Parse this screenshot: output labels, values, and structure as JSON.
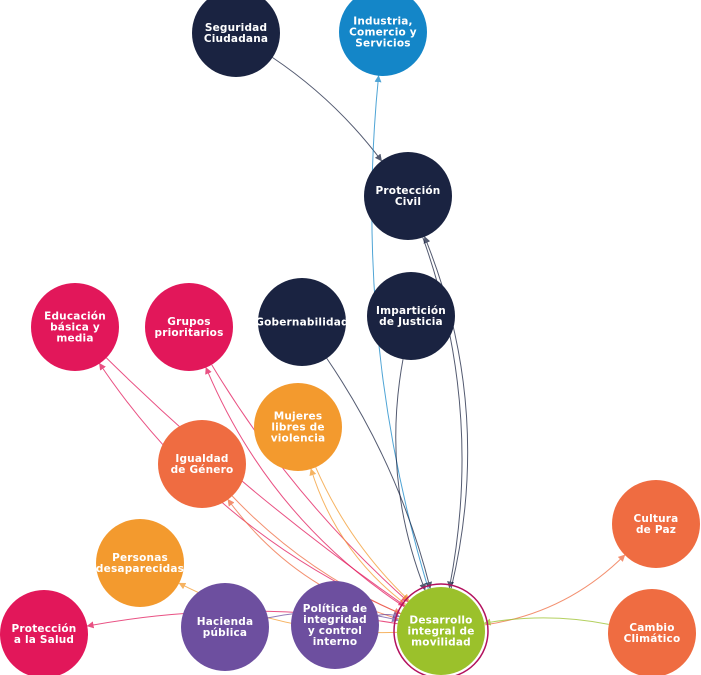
{
  "colors": {
    "navy": "#1a2341",
    "blue": "#1486c8",
    "magenta": "#e2175a",
    "orange": "#ef6c41",
    "amber": "#f39a2e",
    "purple": "#6d4f9f",
    "green": "#9bc12b",
    "green_ring": "#b3125e"
  },
  "nodes": [
    {
      "id": "seguridad",
      "lines": [
        "Seguridad",
        "Ciudadana"
      ],
      "color": "navy"
    },
    {
      "id": "industria",
      "lines": [
        "Industria,",
        "Comercio y",
        "Servicios"
      ],
      "color": "blue"
    },
    {
      "id": "proteccion-civil",
      "lines": [
        "Protección",
        "Civil"
      ],
      "color": "navy"
    },
    {
      "id": "gobernabilidad",
      "lines": [
        "Gobernabilidad"
      ],
      "color": "navy"
    },
    {
      "id": "imparticion",
      "lines": [
        "Impartición",
        "de Justicia"
      ],
      "color": "navy"
    },
    {
      "id": "educacion",
      "lines": [
        "Educación",
        "básica y",
        "media"
      ],
      "color": "magenta"
    },
    {
      "id": "grupos",
      "lines": [
        "Grupos",
        "prioritarios"
      ],
      "color": "magenta"
    },
    {
      "id": "mujeres",
      "lines": [
        "Mujeres",
        "libres de",
        "violencia"
      ],
      "color": "amber"
    },
    {
      "id": "igualdad",
      "lines": [
        "Igualdad",
        "de Género"
      ],
      "color": "orange"
    },
    {
      "id": "personas",
      "lines": [
        "Personas",
        "desaparecidas"
      ],
      "color": "amber"
    },
    {
      "id": "cultura",
      "lines": [
        "Cultura",
        "de Paz"
      ],
      "color": "orange"
    },
    {
      "id": "hacienda",
      "lines": [
        "Hacienda",
        "pública"
      ],
      "color": "purple"
    },
    {
      "id": "politica",
      "lines": [
        "Política de",
        "integridad",
        "y control",
        "interno"
      ],
      "color": "purple"
    },
    {
      "id": "desarrollo",
      "lines": [
        "Desarrollo",
        "integral de",
        "movilidad"
      ],
      "color": "green"
    },
    {
      "id": "cambio",
      "lines": [
        "Cambio",
        "Climático"
      ],
      "color": "orange"
    },
    {
      "id": "salud",
      "lines": [
        "Protección",
        "a la Salud"
      ],
      "color": "magenta"
    }
  ],
  "edges": [
    {
      "from": "seguridad",
      "to": "proteccion-civil",
      "color": "navy"
    },
    {
      "from": "desarrollo",
      "to": "industria",
      "color": "blue"
    },
    {
      "from": "desarrollo",
      "to": "proteccion-civil",
      "color": "navy"
    },
    {
      "from": "proteccion-civil",
      "to": "desarrollo",
      "color": "navy"
    },
    {
      "from": "gobernabilidad",
      "to": "desarrollo",
      "color": "navy"
    },
    {
      "from": "imparticion",
      "to": "desarrollo",
      "color": "navy"
    },
    {
      "from": "desarrollo",
      "to": "educacion",
      "color": "magenta"
    },
    {
      "from": "grupos",
      "to": "desarrollo",
      "color": "magenta"
    },
    {
      "from": "desarrollo",
      "to": "grupos",
      "color": "magenta"
    },
    {
      "from": "educacion",
      "to": "desarrollo",
      "color": "magenta"
    },
    {
      "from": "desarrollo",
      "to": "mujeres",
      "color": "amber"
    },
    {
      "from": "mujeres",
      "to": "desarrollo",
      "color": "amber"
    },
    {
      "from": "desarrollo",
      "to": "igualdad",
      "color": "orange"
    },
    {
      "from": "igualdad",
      "to": "desarrollo",
      "color": "orange"
    },
    {
      "from": "desarrollo",
      "to": "personas",
      "color": "amber"
    },
    {
      "from": "desarrollo",
      "to": "cultura",
      "color": "orange"
    },
    {
      "from": "cambio",
      "to": "desarrollo",
      "color": "green"
    },
    {
      "from": "hacienda",
      "to": "desarrollo",
      "color": "purple"
    },
    {
      "from": "politica",
      "to": "desarrollo",
      "color": "purple"
    },
    {
      "from": "desarrollo",
      "to": "salud",
      "color": "magenta"
    }
  ]
}
